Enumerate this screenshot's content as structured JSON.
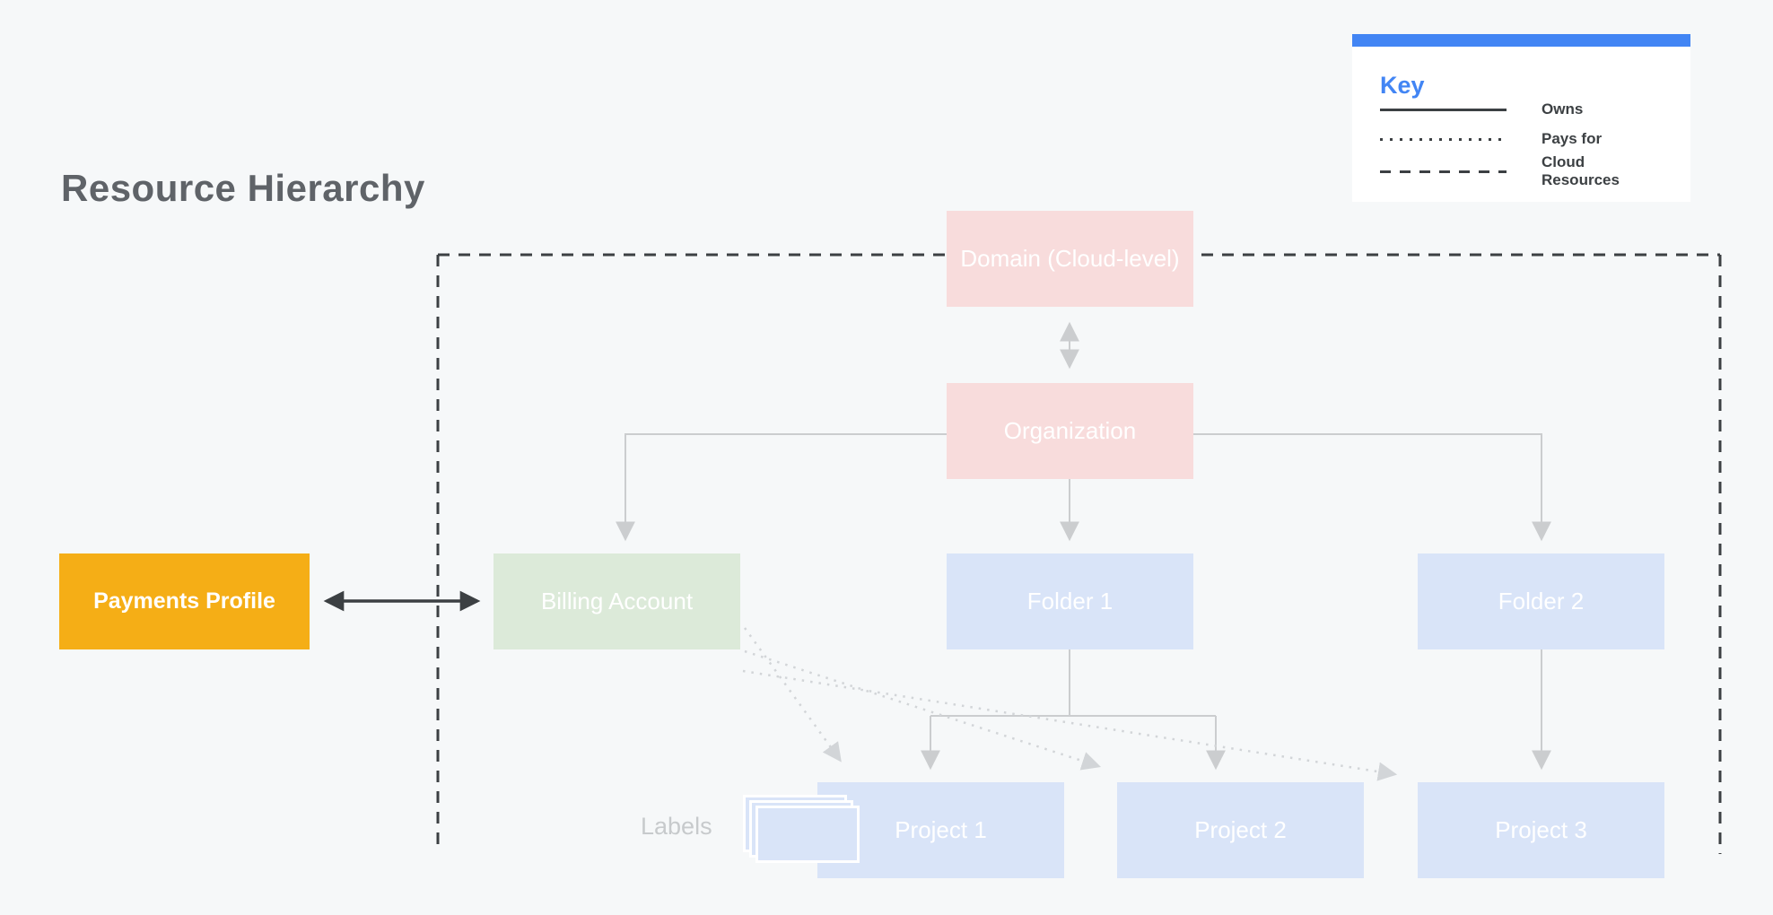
{
  "title": "Resource Hierarchy",
  "key": {
    "title": "Key",
    "entries": [
      {
        "style": "solid",
        "label": "Owns"
      },
      {
        "style": "dotted",
        "label": "Pays for"
      },
      {
        "style": "dashed",
        "label": "Cloud Resources"
      }
    ]
  },
  "nodes": {
    "domain": "Domain (Cloud-level)",
    "organization": "Organization",
    "payments_profile": "Payments Profile",
    "billing_account": "Billing Account",
    "folder1": "Folder 1",
    "folder2": "Folder 2",
    "project1": "Project 1",
    "project2": "Project 2",
    "project3": "Project 3"
  },
  "annotations": {
    "labels": "Labels"
  },
  "edges": [
    {
      "from": "domain",
      "to": "organization",
      "type": "owns",
      "bidirectional": true
    },
    {
      "from": "organization",
      "to": "billing_account",
      "type": "owns"
    },
    {
      "from": "organization",
      "to": "folder1",
      "type": "owns"
    },
    {
      "from": "organization",
      "to": "folder2",
      "type": "owns"
    },
    {
      "from": "folder1",
      "to": "project1",
      "type": "owns"
    },
    {
      "from": "folder1",
      "to": "project2",
      "type": "owns"
    },
    {
      "from": "folder2",
      "to": "project3",
      "type": "owns"
    },
    {
      "from": "payments_profile",
      "to": "billing_account",
      "type": "owns",
      "bidirectional": true
    },
    {
      "from": "billing_account",
      "to": "project1",
      "type": "pays_for"
    },
    {
      "from": "billing_account",
      "to": "project2",
      "type": "pays_for"
    },
    {
      "from": "billing_account",
      "to": "project3",
      "type": "pays_for"
    }
  ],
  "colors": {
    "background": "#F6F8F9",
    "surface": "#FFFFFF",
    "pink": "#F8DCDC",
    "green": "#DCEAD9",
    "blue": "#D9E4F8",
    "yellow": "#F5AE16",
    "dark": "#3C4043",
    "connector": "#CBCDCF",
    "dotted": "#D2D5D8",
    "key_accent": "#4285F4",
    "muted": "#C7CACC",
    "title": "#5F6368"
  }
}
